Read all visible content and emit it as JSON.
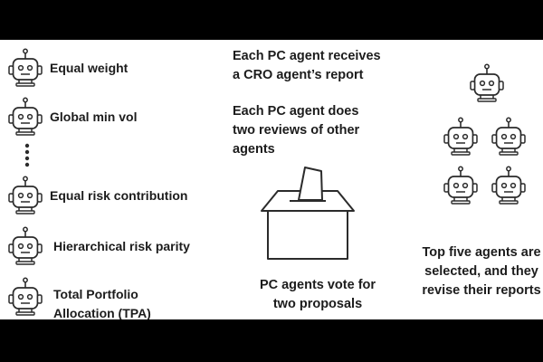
{
  "strategies": [
    {
      "label": "Equal weight"
    },
    {
      "label": "Global min vol"
    },
    {
      "label": "Equal risk contribution"
    },
    {
      "label": "Hierarchical risk parity"
    },
    {
      "label": "Total Portfolio Allocation (TPA)"
    }
  ],
  "steps": {
    "receive_report": "Each PC agent receives a CRO agent’s report",
    "peer_reviews": "Each PC agent does two reviews of other agents",
    "vote": "PC agents vote for two proposals",
    "selection": "Top five agents are selected, and they revise their reports"
  },
  "icons": {
    "robot": "robot-icon",
    "ballot_box": "ballot-box-icon",
    "ellipsis": "vertical-ellipsis-icon"
  },
  "colors": {
    "background": "#ffffff",
    "letterbox": "#000000",
    "stroke": "#2b2b2b",
    "text": "#1c1c1c"
  }
}
